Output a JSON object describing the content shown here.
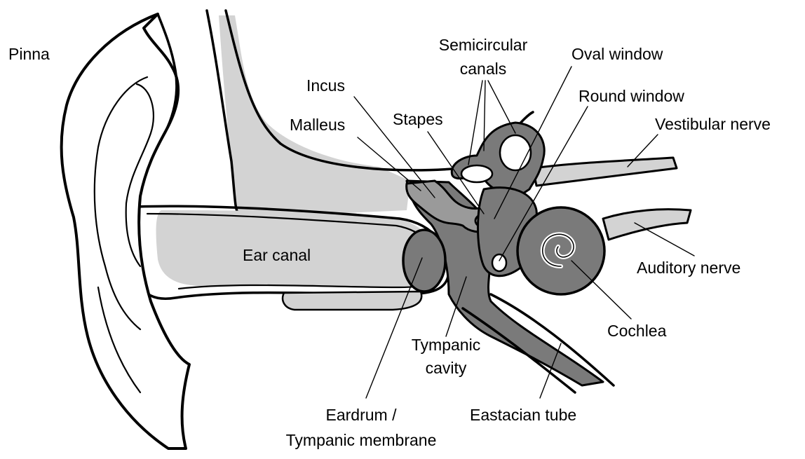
{
  "colors": {
    "background": "#ffffff",
    "light_gray": "#d3d3d3",
    "mid_gray": "#9a9a9a",
    "dark_gray": "#7a7a7a",
    "outline": "#000000"
  },
  "labels": {
    "pinna": "Pinna",
    "semicircular_1": "Semicircular",
    "semicircular_2": "canals",
    "oval_window": "Oval window",
    "incus": "Incus",
    "round_window": "Round window",
    "malleus": "Malleus",
    "stapes": "Stapes",
    "vestibular_nerve": "Vestibular nerve",
    "ear_canal": "Ear canal",
    "auditory_nerve": "Auditory nerve",
    "cochlea": "Cochlea",
    "tympanic_cavity_1": "Tympanic",
    "tympanic_cavity_2": "cavity",
    "eardrum_1": "Eardrum /",
    "eardrum_2": "Tympanic membrane",
    "eustachian_tube": "Eastacian tube"
  }
}
